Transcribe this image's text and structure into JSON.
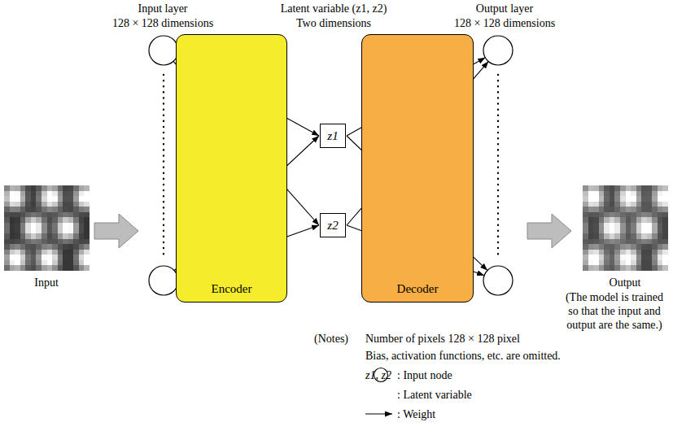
{
  "diagram": {
    "nodes": [
      {
        "text": [
          "Encoder"
        ]
      },
      {
        "text": [
          "z1"
        ]
      },
      {
        "text": [
          "z2"
        ]
      },
      {
        "text": [
          "Decoder"
        ]
      }
    ],
    "labels": [
      "Input layer",
      "128 × 128 dimensions",
      "Latent variable (z1, z2)",
      "Two dimensions",
      "Output layer",
      "128 × 128 dimensions",
      "Input",
      "Output",
      "(The model is trained so that the input and output are the same.)",
      "(Notes)",
      "Number of pixels 128 × 128 pixel",
      "Bias, activation functions, etc. are omitted.",
      "z1, z2"
    ],
    "legend": [
      {
        "text": ": Input node"
      },
      {
        "text": ": Latent variable"
      },
      {
        "text": ": Weight"
      }
    ]
  }
}
